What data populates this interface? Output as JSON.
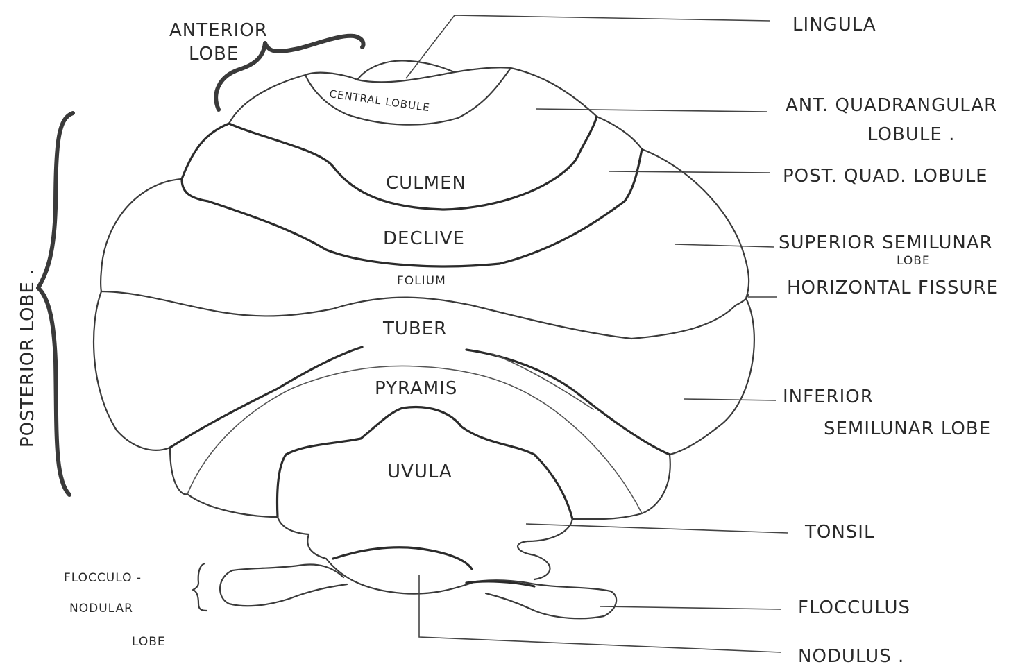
{
  "labels": {
    "lingula": "LINGULA",
    "ant_quad_1": "ANT. QUADRANGULAR",
    "ant_quad_2": "LOBULE .",
    "post_quad": "POST. QUAD. LOBULE",
    "sup_semilunar_1": "SUPERIOR SEMILUNAR",
    "sup_semilunar_2": "LOBE",
    "horizontal_fissure": "HORIZONTAL FISSURE",
    "inf_semilunar_1": "INFERIOR",
    "inf_semilunar_2": "SEMILUNAR LOBE",
    "tonsil": "TONSIL",
    "flocculus": "FLOCCULUS",
    "nodulus": "NODULUS .",
    "anterior_lobe_1": "ANTERIOR",
    "anterior_lobe_2": "LOBE",
    "posterior_lobe": "POSTERIOR LOBE .",
    "flocculonodular_1": "FLOCCULO -",
    "flocculonodular_2": "NODULAR",
    "flocculonodular_3": "LOBE",
    "central_lobule": "CENTRAL LOBULE",
    "culmen": "CULMEN",
    "declive": "DECLIVE",
    "folium": "FOLIUM",
    "tuber": "TUBER",
    "pyramis": "PYRAMIS",
    "uvula": "UVULA"
  },
  "colors": {
    "ink": "#3a3a3a",
    "paper": "#ffffff"
  }
}
